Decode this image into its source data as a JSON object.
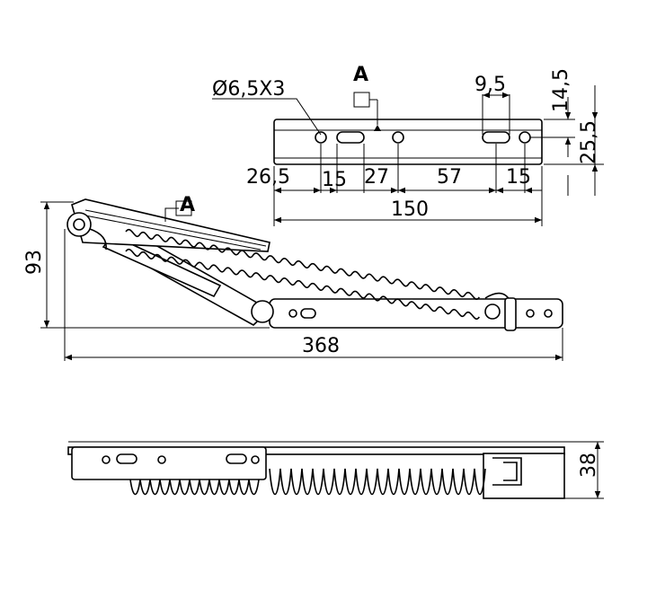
{
  "top_view": {
    "hole_callout": "Ø6,5X3",
    "datum_label": "A",
    "dim_slot_width": "9,5",
    "dim_top_offset": "14,5",
    "dim_height": "25,5",
    "dim_first_hole": "26,5",
    "dim_slot_1": "15",
    "dim_gap_1": "27",
    "dim_gap_2": "57",
    "dim_slot_2": "15",
    "dim_total_length": "150"
  },
  "side_view": {
    "datum_label": "A",
    "dim_height": "93",
    "dim_total_length": "368"
  },
  "bottom_view": {
    "dim_height": "38"
  }
}
